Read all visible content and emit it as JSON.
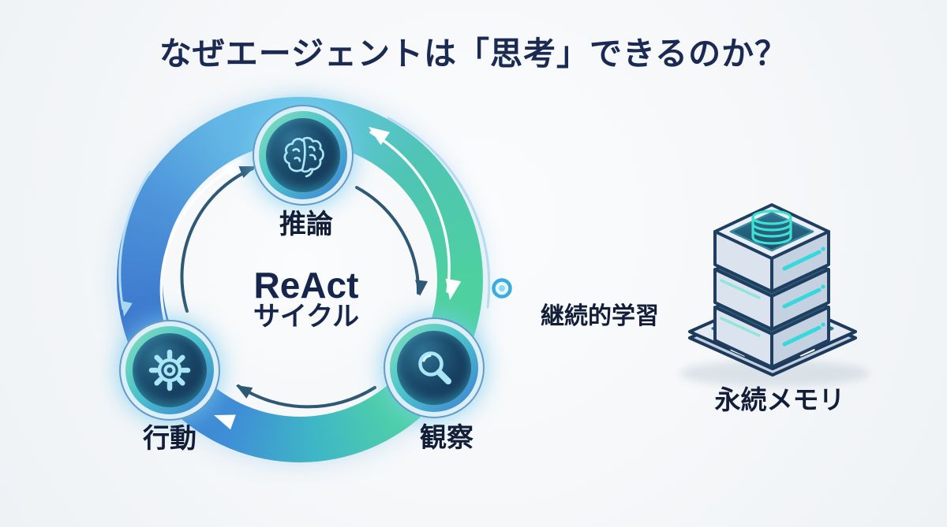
{
  "title": "なぜエージェントは「思考」できるのか？",
  "cycle": {
    "center_line1": "ReAct",
    "center_line2": "サイクル",
    "nodes": [
      {
        "id": "reasoning",
        "label": "推論",
        "icon": "brain-icon"
      },
      {
        "id": "action",
        "label": "行動",
        "icon": "gear-icon"
      },
      {
        "id": "observation",
        "label": "観察",
        "icon": "magnifier-icon"
      }
    ]
  },
  "connector": {
    "label": "継続的学習"
  },
  "memory": {
    "label": "永続メモリ",
    "icon": "database-stack-icon"
  },
  "colors": {
    "background": "#f5f7f9",
    "title_text": "#1b2a52",
    "label_text": "#121d38",
    "ring_blue": "#3a74cc",
    "ring_cyan": "#68c4ea",
    "ring_green": "#4ed0a0",
    "node_core_navy": "#132f50",
    "icon_stroke": "#aae6f6",
    "dark_arrow": "#2e5874",
    "accent_cyan": "#35d8dc",
    "connector_line_start": "#3f93d6",
    "connector_line_end": "#7deda8"
  }
}
